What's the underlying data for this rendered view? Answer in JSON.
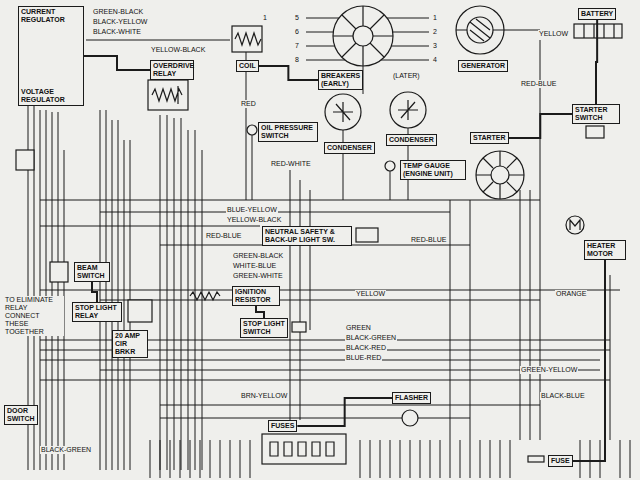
{
  "diagram": {
    "nodes": [
      {
        "text": [
          "CURRENT REGULATOR",
          "VOLTAGE REGULATOR"
        ]
      },
      {
        "text": [
          "OVERDRIVE RELAY"
        ]
      },
      {
        "text": [
          "COIL"
        ]
      },
      {
        "text": [
          "BREAKERS",
          "(EARLY)"
        ]
      },
      {
        "text": [
          "CONDENSER"
        ]
      },
      {
        "text": [
          "CONDENSER"
        ]
      },
      {
        "text": [
          "GENERATOR"
        ]
      },
      {
        "text": [
          "STARTER"
        ]
      },
      {
        "text": [
          "BATTERY"
        ]
      },
      {
        "text": [
          "STARTER SWITCH"
        ]
      },
      {
        "text": [
          "OIL PRESSURE SWITCH"
        ]
      },
      {
        "text": [
          "TEMP GAUGE (ENGINE UNIT)"
        ]
      },
      {
        "text": [
          "NEUTRAL SAFETY & BACK-UP LIGHT SW."
        ]
      },
      {
        "text": [
          "IGNITION RESISTOR"
        ]
      },
      {
        "text": [
          "STOP LIGHT SWITCH"
        ]
      },
      {
        "text": [
          "STOP LIGHT RELAY"
        ]
      },
      {
        "text": [
          "BEAM SWITCH"
        ]
      },
      {
        "text": [
          "HEATER MOTOR"
        ]
      },
      {
        "text": [
          "FUSES"
        ]
      },
      {
        "text": [
          "FLASHER"
        ]
      },
      {
        "text": [
          "FUSE"
        ]
      },
      {
        "text": [
          "20 AMP CIR BRKR"
        ]
      },
      {
        "text": [
          "DOOR SWITCH"
        ]
      }
    ],
    "edges": [
      {
        "from": 8,
        "to": 9,
        "arrow": "none"
      },
      {
        "from": 9,
        "to": 7,
        "arrow": "none"
      },
      {
        "from": 2,
        "to": 3,
        "arrow": "none"
      },
      {
        "from": 0,
        "to": 1,
        "arrow": "none"
      },
      {
        "from": 15,
        "to": 16,
        "arrow": "none"
      },
      {
        "from": 13,
        "to": 14,
        "arrow": "none"
      },
      {
        "from": 18,
        "to": 19,
        "arrow": "none"
      },
      {
        "from": 17,
        "to": 20,
        "arrow": "none"
      }
    ],
    "labels": [
      "GREEN-BLACK",
      "BLACK-YELLOW",
      "BLACK-WHITE",
      "YELLOW-BLACK",
      "1",
      "RED",
      "1",
      "2",
      "3",
      "4",
      "5",
      "6",
      "7",
      "8",
      "(LATER)",
      "RED-WHITE",
      "YELLOW",
      "RED-BLUE",
      "BLUE-YELLOW",
      "YELLOW-BLACK",
      "RED-BLUE",
      "GREEN-BLACK",
      "WHITE-BLUE",
      "GREEN-WHITE",
      "RED-BLUE",
      "YELLOW",
      "GREEN",
      "BLACK-GREEN",
      "BLACK-RED",
      "BLUE-RED",
      "BRN-YELLOW",
      "GREEN-YELLOW",
      "BLACK-BLUE",
      "ORANGE",
      "TO ELIMINATE RELAY CONNECT THESE TOGETHER",
      "BLACK-GREEN"
    ]
  }
}
